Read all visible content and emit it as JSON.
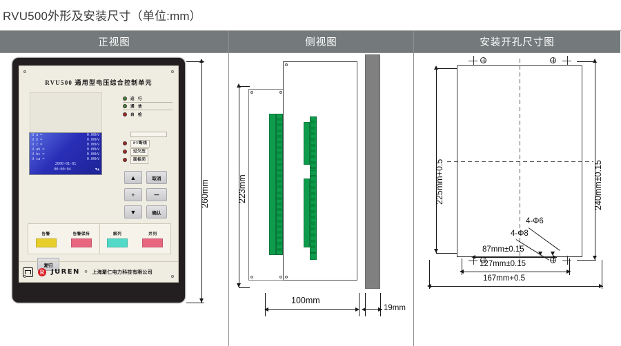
{
  "page": {
    "title": "RVU500外形及安装尺寸（单位:mm）"
  },
  "columns": {
    "front": {
      "header": "正视图"
    },
    "side": {
      "header": "侧视图"
    },
    "hole": {
      "header": "安装开孔尺寸图"
    }
  },
  "device": {
    "brand_line": "RVU500 通用型电压综合控制单元",
    "leds_top": [
      {
        "label": "运  行",
        "color": "green"
      },
      {
        "label": "通  信",
        "color": "green"
      },
      {
        "label": "自  检",
        "color": "red"
      }
    ],
    "leds_bottom": [
      {
        "label": "PT断线",
        "color": "red"
      },
      {
        "label": "过欠压",
        "color": "red"
      },
      {
        "label": "面板闭",
        "color": "red"
      }
    ],
    "lcd": {
      "rows": [
        {
          "name": "U a  =",
          "value": "0.00kV"
        },
        {
          "name": "U b  =",
          "value": "0.00kV"
        },
        {
          "name": "U c  =",
          "value": "0.00kV"
        },
        {
          "name": "U ab =",
          "value": "0.00kV"
        },
        {
          "name": "U bc =",
          "value": "0.00kV"
        },
        {
          "name": "U ca =",
          "value": "0.00kV"
        }
      ],
      "date": "2000-01-01",
      "time": "00:00:04",
      "indicator": "▼▲"
    },
    "keys": [
      {
        "label": "▲",
        "type": "arrow"
      },
      {
        "label": "取消",
        "type": "text"
      },
      {
        "label": "+",
        "type": "arrow"
      },
      {
        "label": "－",
        "type": "arrow"
      },
      {
        "label": "▼",
        "type": "arrow"
      },
      {
        "label": "确认",
        "type": "text"
      }
    ],
    "indicator_buttons": [
      {
        "label": "告警",
        "color": "#e8ce2b"
      },
      {
        "label": "告警保持",
        "color": "#e8667f"
      },
      {
        "label": "解列",
        "color": "#52d9c8"
      },
      {
        "label": "并列",
        "color": "#e8667f"
      }
    ],
    "reset_key": "复归",
    "footer": {
      "port_icon": "usb-port-icon",
      "logo_mark": "R",
      "logo_word": "JUREN",
      "logo_sup": "®",
      "company": "上海聚仁电力科技有限公司"
    },
    "dimensions": {
      "height": "260mm"
    }
  },
  "side_view": {
    "dimensions": {
      "height": "223mm",
      "depth": "100mm",
      "bezel": "19mm"
    }
  },
  "hole_view": {
    "dimensions": {
      "left_height": "225mm+0.5",
      "right_height": "240mm±0.15",
      "width_inner": "87mm±0.15",
      "width_mid": "127mm±0.15",
      "width_outer": "167mm+0.5"
    },
    "callouts": [
      {
        "label": "4-Φ6"
      },
      {
        "label": "4-Φ8"
      }
    ]
  },
  "colors": {
    "header_bg": "#747a7b",
    "pcb_green": "#0e9b4c",
    "faceplate_gray": "#808080",
    "logo_red": "#d81f26"
  }
}
